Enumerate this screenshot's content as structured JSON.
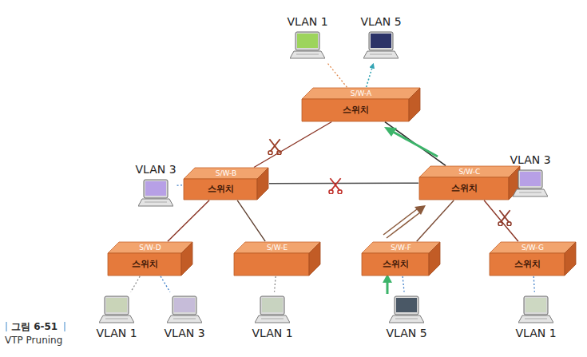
{
  "diagram": {
    "caption": "VTP Pruning",
    "nodes": [
      {
        "text": [
          "VLAN 1"
        ]
      },
      {
        "text": [
          "VLAN 5"
        ]
      },
      {
        "text": [
          "S/W-A",
          "스위치"
        ]
      },
      {
        "text": [
          "VLAN 3"
        ]
      },
      {
        "text": [
          "S/W-B",
          "스위치"
        ]
      },
      {
        "text": [
          "S/W-C",
          "스위치"
        ]
      },
      {
        "text": [
          "VLAN 3"
        ]
      },
      {
        "text": [
          "S/W-D",
          "스위치"
        ]
      },
      {
        "text": [
          "S/W-E"
        ]
      },
      {
        "text": [
          "S/W-F",
          "스위치"
        ]
      },
      {
        "text": [
          "S/W-G",
          "스위치"
        ]
      },
      {
        "text": [
          "VLAN 1"
        ]
      },
      {
        "text": [
          "VLAN 3"
        ]
      },
      {
        "text": [
          "VLAN 1"
        ]
      },
      {
        "text": [
          "VLAN 5"
        ]
      },
      {
        "text": [
          "VLAN 1"
        ]
      }
    ],
    "edges": [
      {
        "from": 2,
        "to": 0,
        "arrow": "none"
      },
      {
        "from": 2,
        "to": 1,
        "arrow": "to"
      },
      {
        "from": 2,
        "to": 4,
        "arrow": "none"
      },
      {
        "from": 4,
        "to": 5,
        "arrow": "none"
      },
      {
        "from": 2,
        "to": 5,
        "arrow": "none"
      },
      {
        "from": 3,
        "to": 4,
        "arrow": "none"
      },
      {
        "from": 5,
        "to": 6,
        "arrow": "none"
      },
      {
        "from": 4,
        "to": 7,
        "arrow": "none"
      },
      {
        "from": 4,
        "to": 8,
        "arrow": "none"
      },
      {
        "from": 5,
        "to": 9,
        "arrow": "none"
      },
      {
        "from": 5,
        "to": 10,
        "arrow": "none"
      },
      {
        "from": 7,
        "to": 11,
        "arrow": "none"
      },
      {
        "from": 7,
        "to": 12,
        "arrow": "none"
      },
      {
        "from": 8,
        "to": 13,
        "arrow": "none"
      },
      {
        "from": 9,
        "to": 14,
        "arrow": "none"
      },
      {
        "from": 10,
        "to": 15,
        "arrow": "none"
      }
    ],
    "labels": [
      "그림 6-51"
    ]
  }
}
